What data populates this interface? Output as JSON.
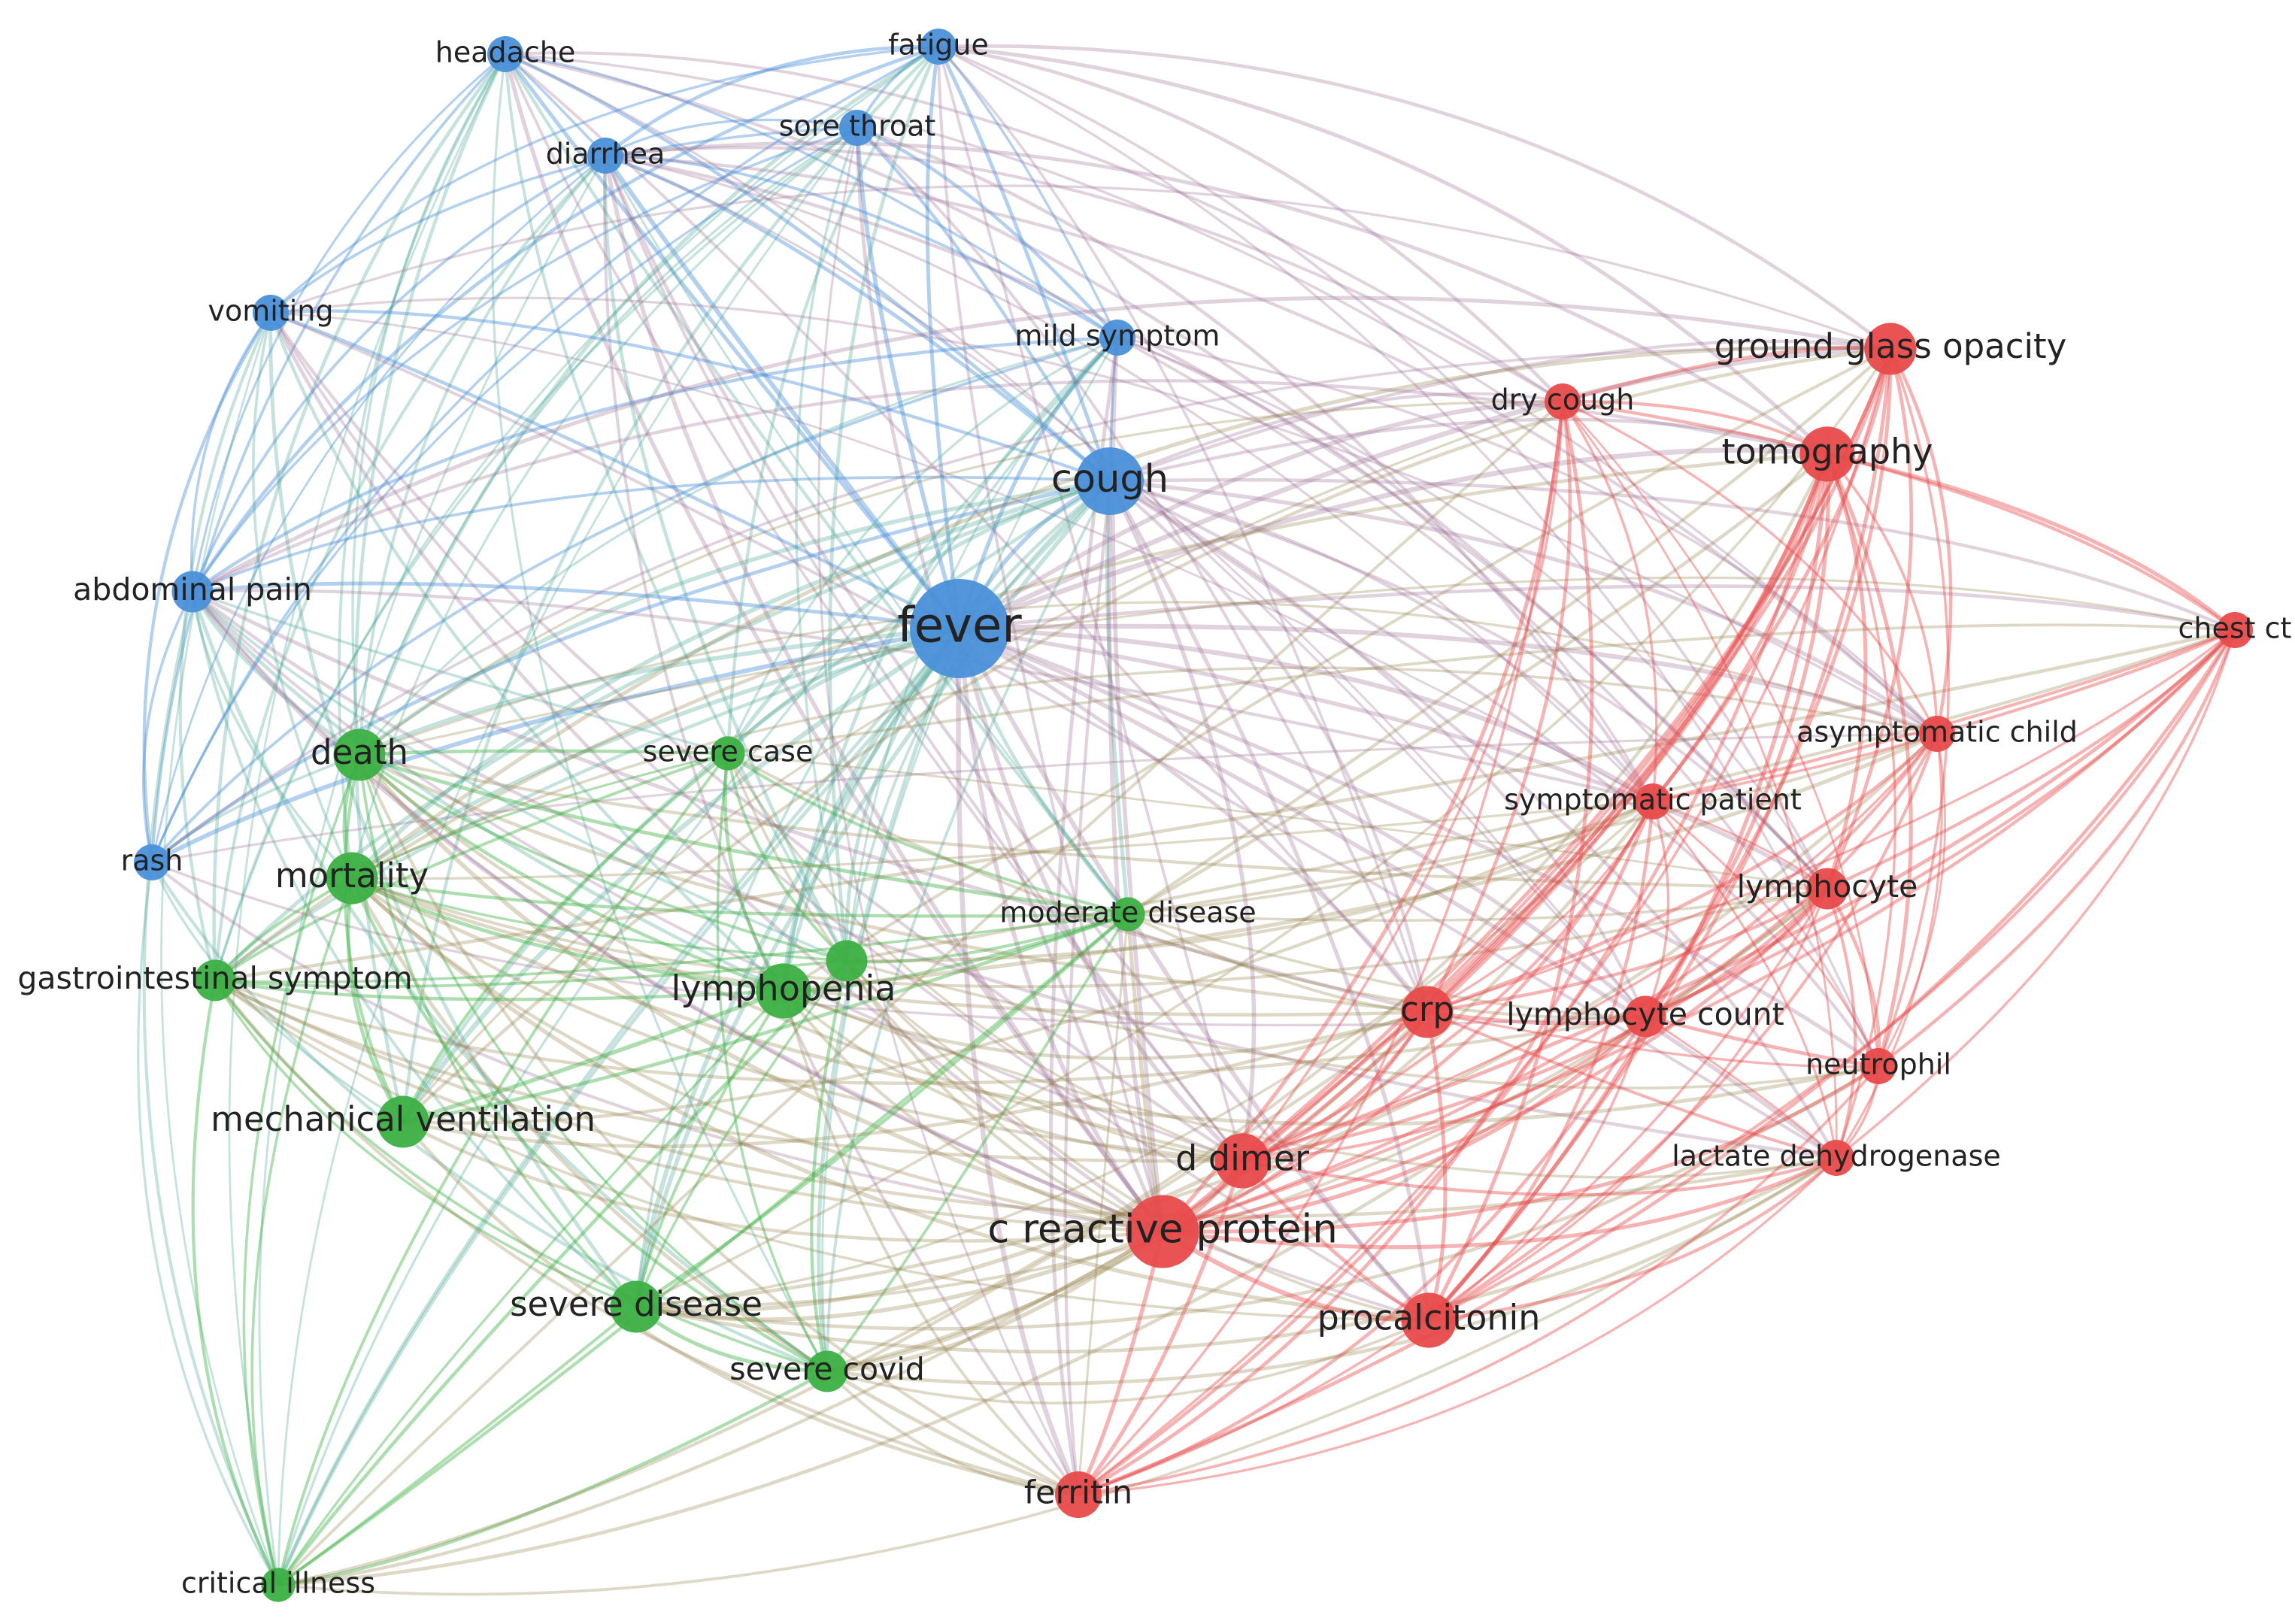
{
  "network": {
    "cluster_colors": {
      "symptoms": "#4a90d9",
      "severity": "#3cb043",
      "labs": "#e84a4a"
    },
    "nodes": [
      {
        "id": "headache",
        "label": "headache",
        "cluster": "symptoms",
        "weight": 2
      },
      {
        "id": "fatigue",
        "label": "fatigue",
        "cluster": "symptoms",
        "weight": 2
      },
      {
        "id": "sore-throat",
        "label": "sore throat",
        "cluster": "symptoms",
        "weight": 2
      },
      {
        "id": "diarrhea",
        "label": "diarrhea",
        "cluster": "symptoms",
        "weight": 2
      },
      {
        "id": "vomiting",
        "label": "vomiting",
        "cluster": "symptoms",
        "weight": 2
      },
      {
        "id": "mild-symptom",
        "label": "mild symptom",
        "cluster": "symptoms",
        "weight": 2
      },
      {
        "id": "cough",
        "label": "cough",
        "cluster": "symptoms",
        "weight": 5
      },
      {
        "id": "abdominal-pain",
        "label": "abdominal pain",
        "cluster": "symptoms",
        "weight": 2.5
      },
      {
        "id": "fever",
        "label": "fever",
        "cluster": "symptoms",
        "weight": 8
      },
      {
        "id": "rash",
        "label": "rash",
        "cluster": "symptoms",
        "weight": 2
      },
      {
        "id": "death",
        "label": "death",
        "cluster": "severity",
        "weight": 3.5
      },
      {
        "id": "severe-case",
        "label": "severe case",
        "cluster": "severity",
        "weight": 1.8
      },
      {
        "id": "mortality",
        "label": "mortality",
        "cluster": "severity",
        "weight": 3.5
      },
      {
        "id": "gastrointestinal-symptom",
        "label": "gastrointestinal symptom",
        "cluster": "severity",
        "weight": 2.5
      },
      {
        "id": "moderate-disease",
        "label": "moderate disease",
        "cluster": "severity",
        "weight": 1.8
      },
      {
        "id": "lymphopenia",
        "label": "lymphopenia",
        "cluster": "severity",
        "weight": 3.8
      },
      {
        "id": "unlabeled-green",
        "label": "",
        "cluster": "severity",
        "weight": 2.5
      },
      {
        "id": "mechanical-ventilation",
        "label": "mechanical ventilation",
        "cluster": "severity",
        "weight": 3.5
      },
      {
        "id": "severe-disease",
        "label": "severe disease",
        "cluster": "severity",
        "weight": 3.5
      },
      {
        "id": "severe-covid",
        "label": "severe covid",
        "cluster": "severity",
        "weight": 2.5
      },
      {
        "id": "critical-illness",
        "label": "critical illness",
        "cluster": "severity",
        "weight": 1.8
      },
      {
        "id": "ground-glass-opacity",
        "label": "ground glass opacity",
        "cluster": "labs",
        "weight": 3.5
      },
      {
        "id": "dry-cough",
        "label": "dry cough",
        "cluster": "labs",
        "weight": 2
      },
      {
        "id": "tomography",
        "label": "tomography",
        "cluster": "labs",
        "weight": 3.8
      },
      {
        "id": "chest-ct",
        "label": "chest ct",
        "cluster": "labs",
        "weight": 2
      },
      {
        "id": "asymptomatic-child",
        "label": "asymptomatic child",
        "cluster": "labs",
        "weight": 2
      },
      {
        "id": "symptomatic-patient",
        "label": "symptomatic patient",
        "cluster": "labs",
        "weight": 2
      },
      {
        "id": "lymphocyte",
        "label": "lymphocyte",
        "cluster": "labs",
        "weight": 2.5
      },
      {
        "id": "crp",
        "label": "crp",
        "cluster": "labs",
        "weight": 3.5
      },
      {
        "id": "lymphocyte-count",
        "label": "lymphocyte count",
        "cluster": "labs",
        "weight": 2.5
      },
      {
        "id": "neutrophil",
        "label": "neutrophil",
        "cluster": "labs",
        "weight": 2
      },
      {
        "id": "d-dimer",
        "label": "d dimer",
        "cluster": "labs",
        "weight": 3.8
      },
      {
        "id": "lactate-dehydrogenase",
        "label": "lactate dehydrogenase",
        "cluster": "labs",
        "weight": 2
      },
      {
        "id": "c-reactive-protein",
        "label": "c reactive protein",
        "cluster": "labs",
        "weight": 5.5
      },
      {
        "id": "procalcitonin",
        "label": "procalcitonin",
        "cluster": "labs",
        "weight": 3.8
      },
      {
        "id": "ferritin",
        "label": "ferritin",
        "cluster": "labs",
        "weight": 3
      }
    ]
  }
}
